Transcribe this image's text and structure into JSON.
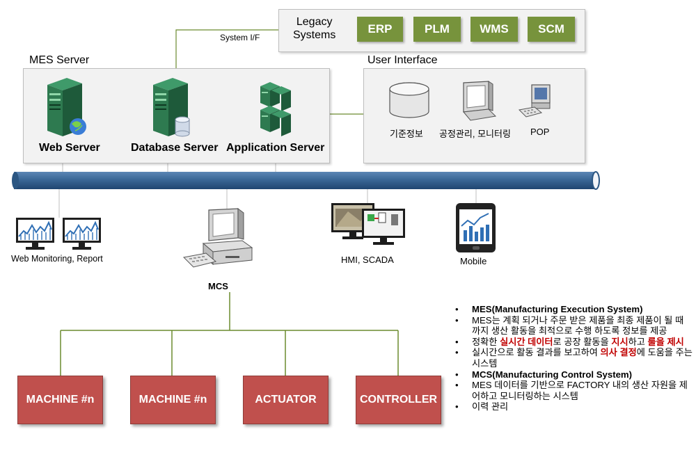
{
  "legacy": {
    "title_line1": "Legacy",
    "title_line2": "Systems",
    "buttons": [
      "ERP",
      "PLM",
      "WMS",
      "SCM"
    ],
    "interface_label": "System I/F"
  },
  "mes_server": {
    "title": "MES Server",
    "servers": [
      "Web Server",
      "Database Server",
      "Application Server"
    ]
  },
  "user_interface": {
    "title": "User Interface",
    "items": [
      "기준정보",
      "공정관리, 모니터링",
      "POP"
    ]
  },
  "clients": {
    "web_monitoring": "Web Monitoring, Report",
    "mcs": "MCS",
    "hmi": "HMI, SCADA",
    "mobile": "Mobile"
  },
  "devices": [
    "MACHINE #n",
    "MACHINE #n",
    "ACTUATOR",
    "CONTROLLER"
  ],
  "notes": {
    "n1": "MES(Manufacturing Execution System)",
    "n2": "MES는 계획 되거나 주문 받은 제품을 최종 제품이 될 때 까지 생산 활동을 최적으로 수행 하도록 정보를 제공",
    "n3a": "정확한 ",
    "n3b": "실시간 데이터",
    "n3c": "로 공장 활동을 ",
    "n3d": "지시",
    "n3e": "하고 ",
    "n3f": "룰을 제시",
    "n4a": "실시간으로 활동 결과를 보고하여 ",
    "n4b": "의사 결정",
    "n4c": "에 도움을 주는 시스템",
    "n5": "MCS(Manufacturing Control System)",
    "n6": "MES 데이터를 기반으로 FACTORY 내의 생산 자원을 제어하고 모니터링하는 시스템",
    "n7": "이력 관리"
  },
  "colors": {
    "legacy_green": "#77933c",
    "device_red": "#c0504d",
    "bus_blue": "#2e5d8a",
    "connector_green": "#6a8a2e",
    "highlight_red": "#c00000"
  }
}
